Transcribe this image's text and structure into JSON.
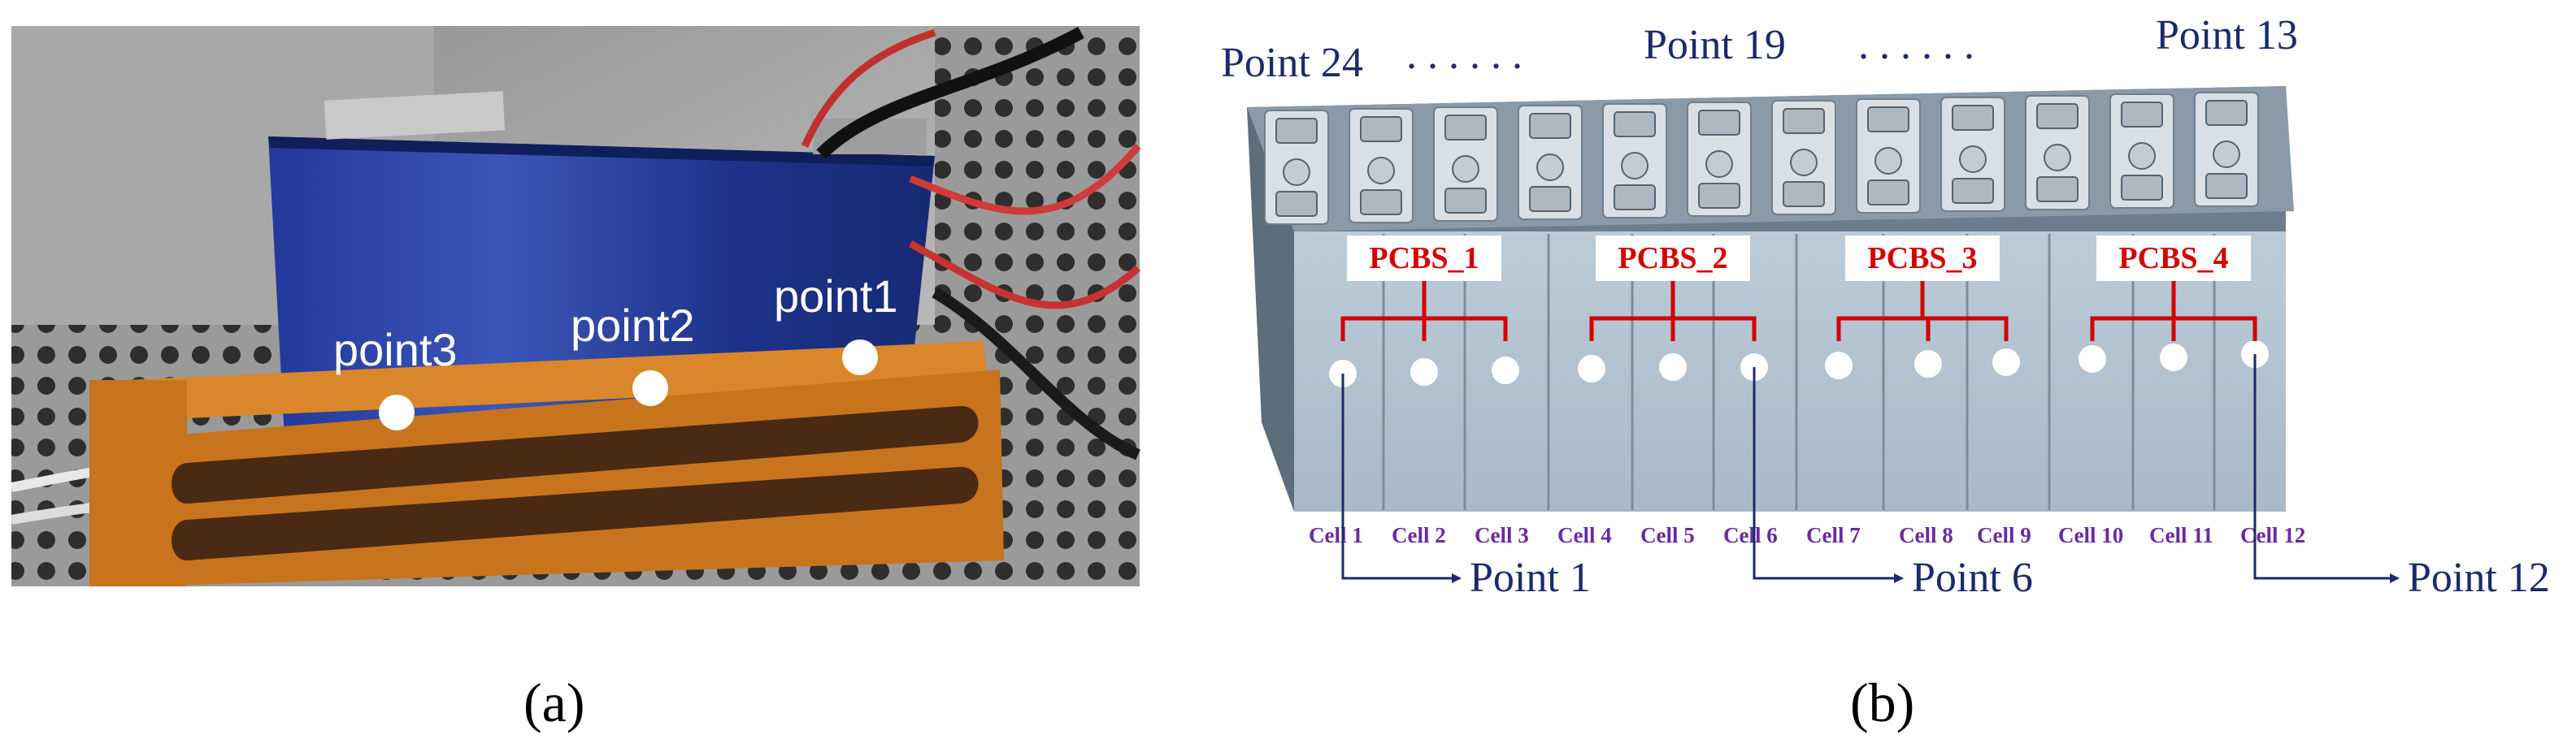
{
  "panel_a": {
    "caption": "(a)",
    "points": [
      "point1",
      "point2",
      "point3"
    ]
  },
  "panel_b": {
    "caption": "(b)",
    "top_labels": {
      "left": "Point 24",
      "middle": "Point 19",
      "right": "Point 13",
      "dots_1": ". . . . . .",
      "dots_2": ". . . . . ."
    },
    "pcbs": [
      "PCBS_1",
      "PCBS_2",
      "PCBS_3",
      "PCBS_4"
    ],
    "cells": [
      "Cell 1",
      "Cell 2",
      "Cell 3",
      "Cell 4",
      "Cell 5",
      "Cell 6",
      "Cell 7",
      "Cell 8",
      "Cell 9",
      "Cell 10",
      "Cell 11",
      "Cell 12"
    ],
    "bottom_points": [
      "Point 1",
      "Point 6",
      "Point 12"
    ]
  },
  "colors": {
    "battery_blue": "#1f3a8f",
    "fixture_orange": "#c8741c",
    "pcbs_red": "#d40000",
    "cell_purple": "#6a2aa0",
    "arrow_navy": "#1b2a6b",
    "module_grey": "#b9c7d3"
  }
}
